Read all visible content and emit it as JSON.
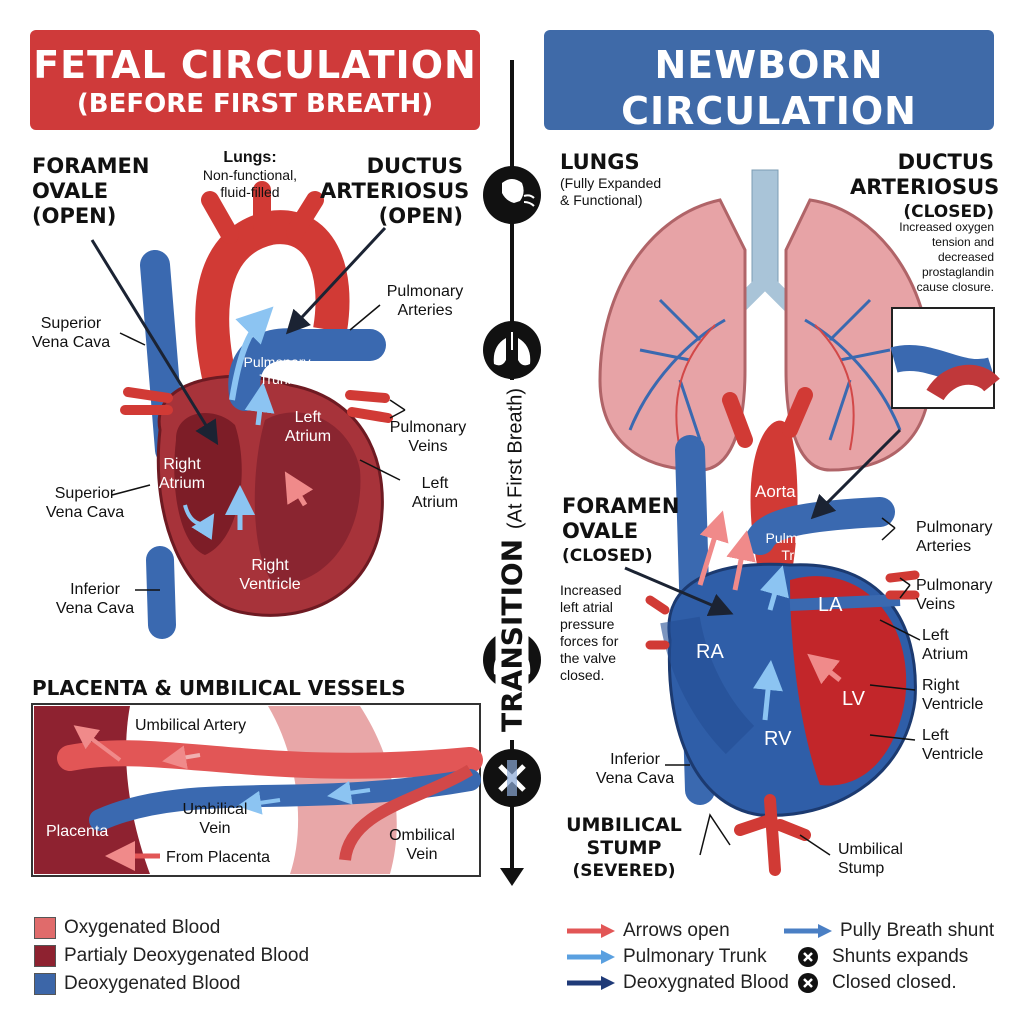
{
  "fetal": {
    "title": "FETAL CIRCULATION",
    "subtitle": "(BEFORE FIRST BREATH)",
    "foramen_label_1": "FORAMEN",
    "foramen_label_2": "OVALE",
    "foramen_label_3": "(OPEN)",
    "lungs_title": "Lungs:",
    "lungs_desc_1": "Non-functional,",
    "lungs_desc_2": "fluid-filled",
    "ductus_label_1": "DUCTUS",
    "ductus_label_2": "ARTERIOSUS",
    "ductus_label_3": "(OPEN)",
    "svc_label_1": "Superior",
    "svc_label_2": "Vena Cava",
    "pulm_arteries_1": "Pulmonary",
    "pulm_arteries_2": "Arteries",
    "pulm_trunk_1": "Pulmonary",
    "pulm_trunk_2": "Trunk",
    "left_atrium_in_1": "Left",
    "left_atrium_in_2": "Atrium",
    "pulm_veins_1": "Pulmonary",
    "pulm_veins_2": "Veins",
    "right_atrium_1": "Right",
    "right_atrium_2": "Atrium",
    "left_atrium_out_1": "Left",
    "left_atrium_out_2": "Atrium",
    "svc2_label_1": "Superior",
    "svc2_label_2": "Vena Cava",
    "right_ventricle_1": "Right",
    "right_ventricle_2": "Ventricle",
    "ivc_label_1": "Inferior",
    "ivc_label_2": "Vena Cava"
  },
  "placenta": {
    "title": "PLACENTA & UMBILICAL VESSELS",
    "umbilical_artery": "Umbilical Artery",
    "umbilical_vein_1": "Umbilical",
    "umbilical_vein_2": "Vein",
    "placenta_label": "Placenta",
    "from_placenta": "From Placenta",
    "ombilical_vein_1": "Ombilical",
    "ombilical_vein_2": "Vein"
  },
  "transition": {
    "title": "TRANSITION",
    "subtitle": "(At First Breath)",
    "icons": [
      "breathing-face-icon",
      "lungs-icon",
      "lungs-icon",
      "clamp-cross-icon"
    ]
  },
  "newborn": {
    "title": "NEWBORN CIRCULATION",
    "subtitle": "(AFTER FIRST BREATH)",
    "lungs_title": "LUNGS",
    "lungs_desc_1": "(Fully Expanded",
    "lungs_desc_2": "& Functional)",
    "ductus_label_1": "DUCTUS",
    "ductus_label_2": "ARTERIOSUS",
    "ductus_label_3": "(CLOSED)",
    "ductus_desc_1": "Increased oxygen",
    "ductus_desc_2": "tension and",
    "ductus_desc_3": "decreased",
    "ductus_desc_4": "prostaglandin",
    "ductus_desc_5": "cause closure.",
    "foramen_label_1": "FORAMEN",
    "foramen_label_2": "OVALE",
    "foramen_label_3": "(CLOSED)",
    "foramen_desc_1": "Increased",
    "foramen_desc_2": "left atrial",
    "foramen_desc_3": "pressure",
    "foramen_desc_4": "forces for",
    "foramen_desc_5": "the valve",
    "foramen_desc_6": "closed.",
    "aorta": "Aorta",
    "pulm_trunk_1": "Pulmonary",
    "pulm_trunk_2": "Trunk",
    "pulm_arteries_1": "Pulmonary",
    "pulm_arteries_2": "Arteries",
    "pulm_veins_1": "Pulmonary",
    "pulm_veins_2": "Veins",
    "la": "LA",
    "ra": "RA",
    "lv": "LV",
    "rv": "RV",
    "left_atrium_1": "Left",
    "left_atrium_2": "Atrium",
    "right_ventricle_1": "Right",
    "right_ventricle_2": "Ventricle",
    "left_ventricle_1": "Left",
    "left_ventricle_2": "Ventricle",
    "ivc_1": "Inferior",
    "ivc_2": "Vena Cava",
    "umb_stump_1": "UMBILICAL",
    "umb_stump_2": "STUMP",
    "umb_stump_3": "(SEVERED)",
    "umb_stump_small_1": "Umbilical",
    "umb_stump_small_2": "Stump"
  },
  "legend_left": [
    {
      "label": "Oxygenated Blood",
      "color": "#e06b6b"
    },
    {
      "label": "Partialy Deoxygenated Blood",
      "color": "#8e2230"
    },
    {
      "label": "Deoxygenated Blood",
      "color": "#3c66a8"
    }
  ],
  "legend_right": [
    {
      "label": "Arrows open",
      "color": "#e25656"
    },
    {
      "label": "Pulmonary Trunk",
      "color": "#5aa0e0"
    },
    {
      "label": "Deoxygnated Blood",
      "color": "#1f3a78"
    },
    {
      "label": "Pully Breath shunt",
      "color": "#4a7fc4"
    },
    {
      "label": "Shunts expands"
    },
    {
      "label": "Closed closed."
    }
  ],
  "colors": {
    "fetal_banner": "#cf3a3a",
    "newborn_banner": "#3f6aa8",
    "oxygenated": "#d9403d",
    "deoxygenated": "#3a69b0",
    "heart_dark": "#8a2530",
    "lung_pink": "#e7a3a6"
  }
}
